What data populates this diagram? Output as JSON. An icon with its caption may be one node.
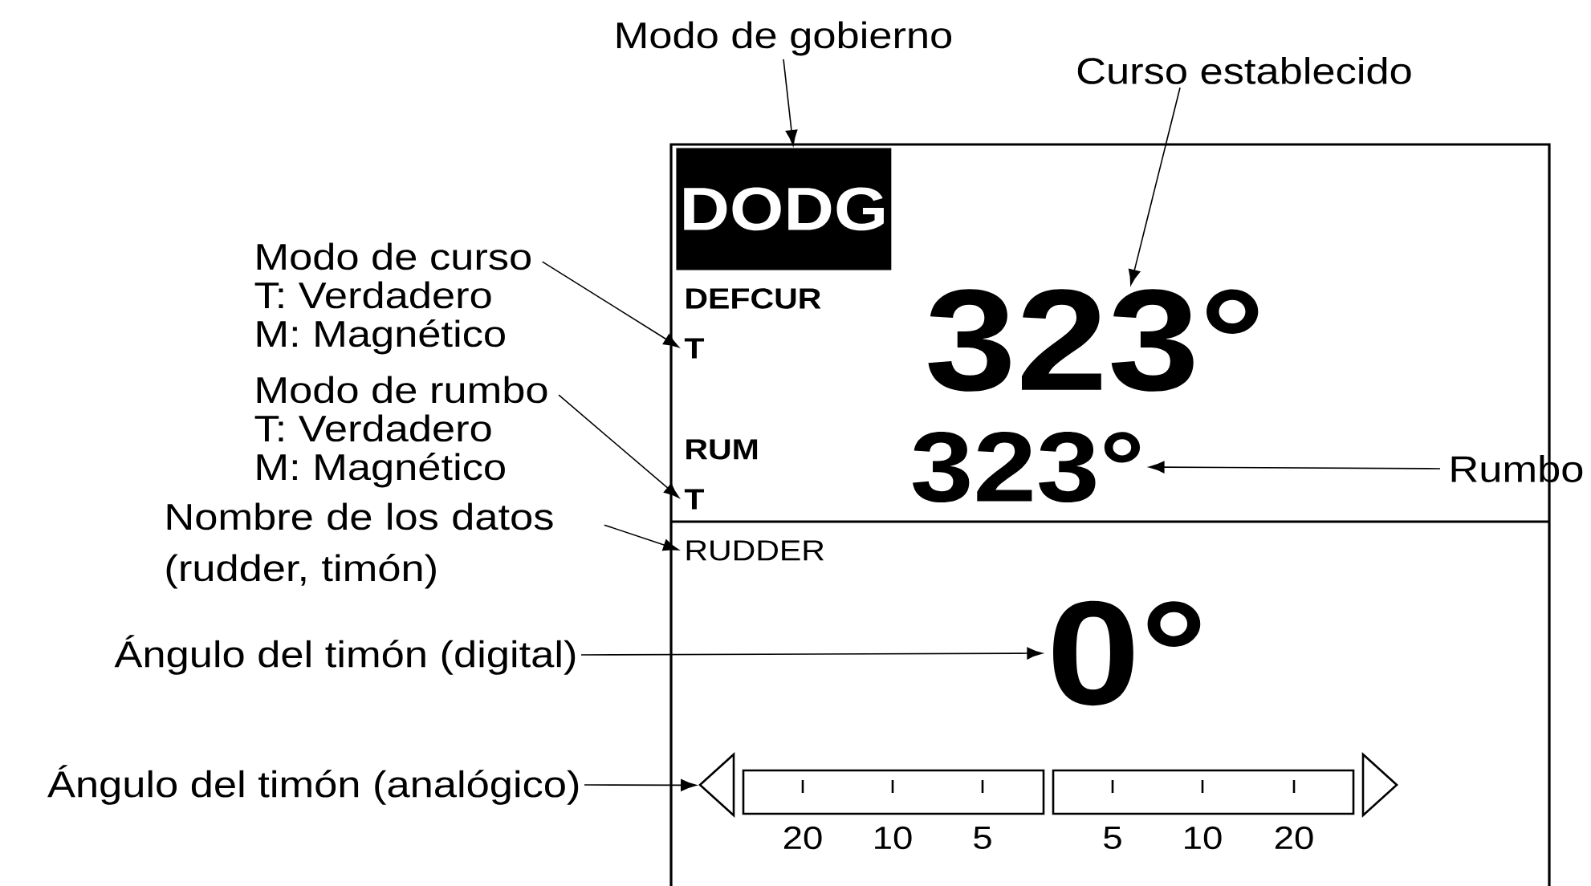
{
  "diagram": {
    "nodes": [
      {
        "text": [
          "Modo de gobierno"
        ]
      },
      {
        "text": [
          "Curso establecido"
        ]
      },
      {
        "text": [
          "Modo de curso",
          "T: Verdadero",
          "M: Magnético"
        ]
      },
      {
        "text": [
          "Modo de rumbo",
          "T: Verdadero",
          "M: Magnético"
        ]
      },
      {
        "text": [
          "Nombre de los datos (rudder, timón)"
        ]
      },
      {
        "text": [
          "Rumbo"
        ]
      },
      {
        "text": [
          "Ángulo del timón (digital)"
        ]
      },
      {
        "text": [
          "Ángulo del timón (analógico)"
        ]
      },
      {
        "text": [],
        "shape": "box"
      },
      {
        "text": [
          "DODG"
        ],
        "in": 8
      },
      {
        "text": [
          "DEFCUR"
        ],
        "in": 8
      },
      {
        "text": [
          "T"
        ],
        "in": 8
      },
      {
        "text": [
          "323°"
        ],
        "in": 8
      },
      {
        "text": [
          "RUM"
        ],
        "in": 8
      },
      {
        "text": [
          "T"
        ],
        "in": 8
      },
      {
        "text": [
          "323°"
        ],
        "in": 8
      },
      {
        "text": [
          "RUDDER"
        ],
        "in": 8
      },
      {
        "text": [
          "0°"
        ],
        "in": 8
      },
      {
        "text": [],
        "shape": "bar",
        "in": 8,
        "beside": [
          "20",
          "10",
          "5",
          "5",
          "10",
          "20"
        ]
      }
    ],
    "edges": [
      {
        "from": 0,
        "to": 9,
        "arrow": "to"
      },
      {
        "from": 1,
        "to": 12,
        "arrow": "to"
      },
      {
        "from": 2,
        "to": 11,
        "arrow": "to"
      },
      {
        "from": 3,
        "to": 14,
        "arrow": "to"
      },
      {
        "from": 4,
        "to": 16,
        "arrow": "to"
      },
      {
        "from": 5,
        "to": 15,
        "arrow": "to"
      },
      {
        "from": 6,
        "to": 17,
        "arrow": "to"
      },
      {
        "from": 7,
        "to": 18,
        "arrow": "to"
      }
    ]
  }
}
